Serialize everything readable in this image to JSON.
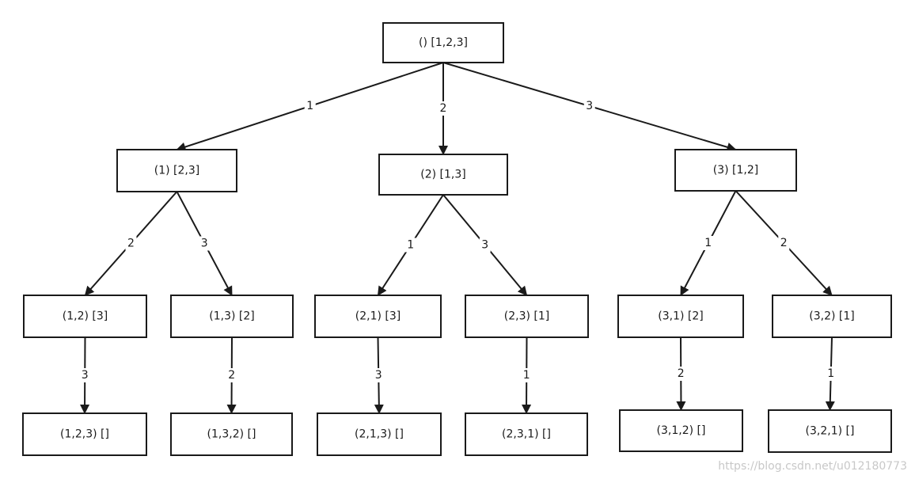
{
  "nodes": [
    {
      "id": "root",
      "label": "() [1,2,3]"
    },
    {
      "id": "n1",
      "label": "(1) [2,3]"
    },
    {
      "id": "n2",
      "label": "(2) [1,3]"
    },
    {
      "id": "n3",
      "label": "(3) [1,2]"
    },
    {
      "id": "n12",
      "label": "(1,2) [3]"
    },
    {
      "id": "n13",
      "label": "(1,3) [2]"
    },
    {
      "id": "n21",
      "label": "(2,1) [3]"
    },
    {
      "id": "n23",
      "label": "(2,3) [1]"
    },
    {
      "id": "n31",
      "label": "(3,1) [2]"
    },
    {
      "id": "n32",
      "label": "(3,2) [1]"
    },
    {
      "id": "n123",
      "label": "(1,2,3) []"
    },
    {
      "id": "n132",
      "label": "(1,3,2) []"
    },
    {
      "id": "n213",
      "label": "(2,1,3) []"
    },
    {
      "id": "n231",
      "label": "(2,3,1) []"
    },
    {
      "id": "n312",
      "label": "(3,1,2) []"
    },
    {
      "id": "n321",
      "label": "(3,2,1) []"
    }
  ],
  "edges": [
    {
      "from": "root",
      "to": "n1",
      "label": "1"
    },
    {
      "from": "root",
      "to": "n2",
      "label": "2"
    },
    {
      "from": "root",
      "to": "n3",
      "label": "3"
    },
    {
      "from": "n1",
      "to": "n12",
      "label": "2"
    },
    {
      "from": "n1",
      "to": "n13",
      "label": "3"
    },
    {
      "from": "n2",
      "to": "n21",
      "label": "1"
    },
    {
      "from": "n2",
      "to": "n23",
      "label": "3"
    },
    {
      "from": "n3",
      "to": "n31",
      "label": "1"
    },
    {
      "from": "n3",
      "to": "n32",
      "label": "2"
    },
    {
      "from": "n12",
      "to": "n123",
      "label": "3"
    },
    {
      "from": "n13",
      "to": "n132",
      "label": "2"
    },
    {
      "from": "n21",
      "to": "n213",
      "label": "3"
    },
    {
      "from": "n23",
      "to": "n231",
      "label": "1"
    },
    {
      "from": "n31",
      "to": "n312",
      "label": "2"
    },
    {
      "from": "n32",
      "to": "n321",
      "label": "1"
    }
  ],
  "watermark": "https://blog.csdn.net/u012180773"
}
